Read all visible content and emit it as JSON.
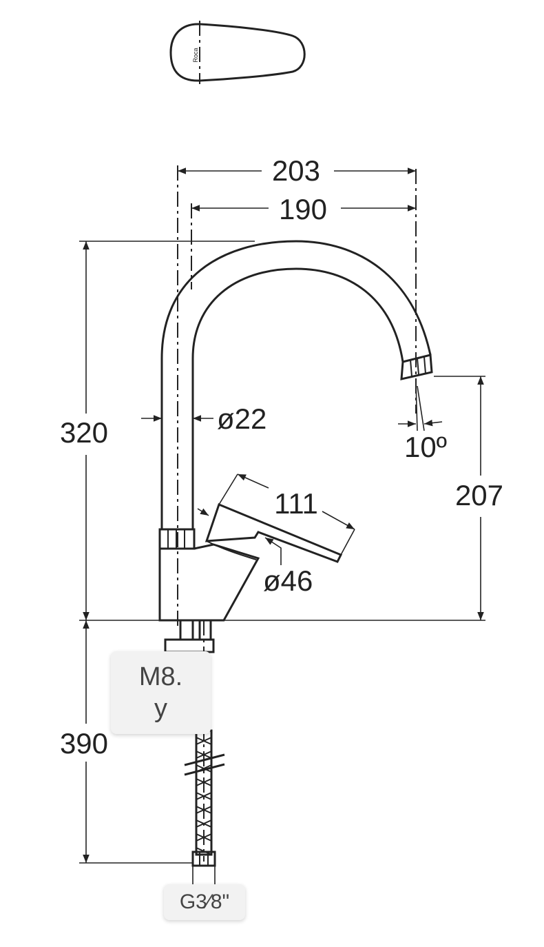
{
  "dimensions": {
    "width_203": "203",
    "width_190": "190",
    "height_320": "320",
    "diameter_22": "ø22",
    "angle_10": "10º",
    "height_207": "207",
    "length_111": "111",
    "diameter_46": "ø46",
    "hose_390": "390"
  },
  "callouts": {
    "mount_thread_line1": "M8.",
    "mount_thread_line2": "y",
    "hose_connection": "G3⁄8\""
  },
  "logo_text": "Roca",
  "colors": {
    "line": "#222222",
    "popup_bg": "#f2f2f2",
    "popup_text": "#444444"
  }
}
